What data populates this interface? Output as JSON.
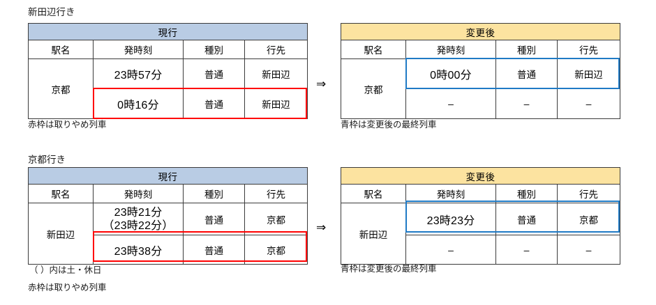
{
  "document": {
    "columns": [
      "駅名",
      "発時刻",
      "種別",
      "行先"
    ],
    "header_current": "現行",
    "header_revised": "変更後",
    "arrow": "⇒",
    "dash": "–"
  },
  "sections": [
    {
      "id": "to-shintanabe",
      "title": "新田辺行き",
      "current": {
        "header": "現行",
        "columns": [
          "駅名",
          "発時刻",
          "種別",
          "行先"
        ],
        "station": "京都",
        "rows": [
          {
            "time": "23時57分",
            "time_sub": "",
            "type": "普通",
            "dest": "新田辺",
            "highlight": "none"
          },
          {
            "time": "0時16分",
            "time_sub": "",
            "type": "普通",
            "dest": "新田辺",
            "highlight": "red"
          }
        ]
      },
      "revised": {
        "header": "変更後",
        "columns": [
          "駅名",
          "発時刻",
          "種別",
          "行先"
        ],
        "station": "京都",
        "rows": [
          {
            "time": "0時00分",
            "time_sub": "",
            "type": "普通",
            "dest": "新田辺",
            "highlight": "blue"
          },
          {
            "time": "–",
            "time_sub": "",
            "type": "–",
            "dest": "–",
            "highlight": "none"
          }
        ]
      },
      "captions_left": [
        "赤枠は取りやめ列車"
      ],
      "captions_right": [
        "青枠は変更後の最終列車"
      ]
    },
    {
      "id": "to-kyoto",
      "title": "京都行き",
      "current": {
        "header": "現行",
        "columns": [
          "駅名",
          "発時刻",
          "種別",
          "行先"
        ],
        "station": "新田辺",
        "rows": [
          {
            "time": "23時21分",
            "time_sub": "（23時22分）",
            "type": "普通",
            "dest": "京都",
            "highlight": "none"
          },
          {
            "time": "23時38分",
            "time_sub": "",
            "type": "普通",
            "dest": "京都",
            "highlight": "red"
          }
        ]
      },
      "revised": {
        "header": "変更後",
        "columns": [
          "駅名",
          "発時刻",
          "種別",
          "行先"
        ],
        "station": "新田辺",
        "rows": [
          {
            "time": "23時23分",
            "time_sub": "",
            "type": "普通",
            "dest": "京都",
            "highlight": "blue"
          },
          {
            "time": "–",
            "time_sub": "",
            "type": "–",
            "dest": "–",
            "highlight": "none"
          }
        ]
      },
      "captions_left": [
        "（  ）内は土・休日",
        "赤枠は取りやめ列車"
      ],
      "captions_right": [
        "青枠は変更後の最終列車"
      ]
    }
  ],
  "colors": {
    "header_current_bg": "#b9cce4",
    "header_revised_bg": "#fce3a0",
    "cancel_box": "#ff0000",
    "last_train_box": "#1f7ac5",
    "border": "#3b3b3b"
  }
}
